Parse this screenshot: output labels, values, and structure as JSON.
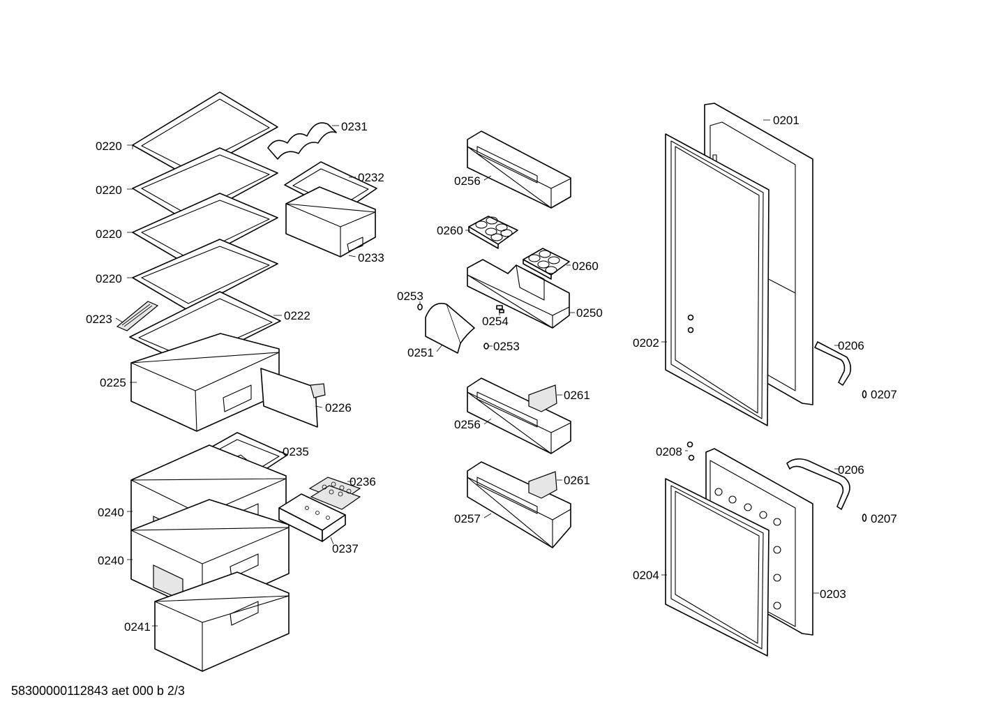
{
  "labels": {
    "l0220a": "0220",
    "l0220b": "0220",
    "l0220c": "0220",
    "l0220d": "0220",
    "l0223": "0223",
    "l0222": "0222",
    "l0225": "0225",
    "l0226": "0226",
    "l0231": "0231",
    "l0232": "0232",
    "l0233": "0233",
    "l0235": "0235",
    "l0236": "0236",
    "l0237": "0237",
    "l0240a": "0240",
    "l0240b": "0240",
    "l0241": "0241",
    "l0256a": "0256",
    "l0260a": "0260",
    "l0260b": "0260",
    "l0253a": "0253",
    "l0254": "0254",
    "l0250": "0250",
    "l0253b": "0253",
    "l0251": "0251",
    "l0261a": "0261",
    "l0256b": "0256",
    "l0261b": "0261",
    "l0257": "0257",
    "l0201": "0201",
    "l0202": "0202",
    "l0206a": "0206",
    "l0207a": "0207",
    "l0208": "0208",
    "l0206b": "0206",
    "l0207b": "0207",
    "l0204": "0204",
    "l0203": "0203"
  },
  "footer": "58300000112843 aet 000 b 2/3"
}
